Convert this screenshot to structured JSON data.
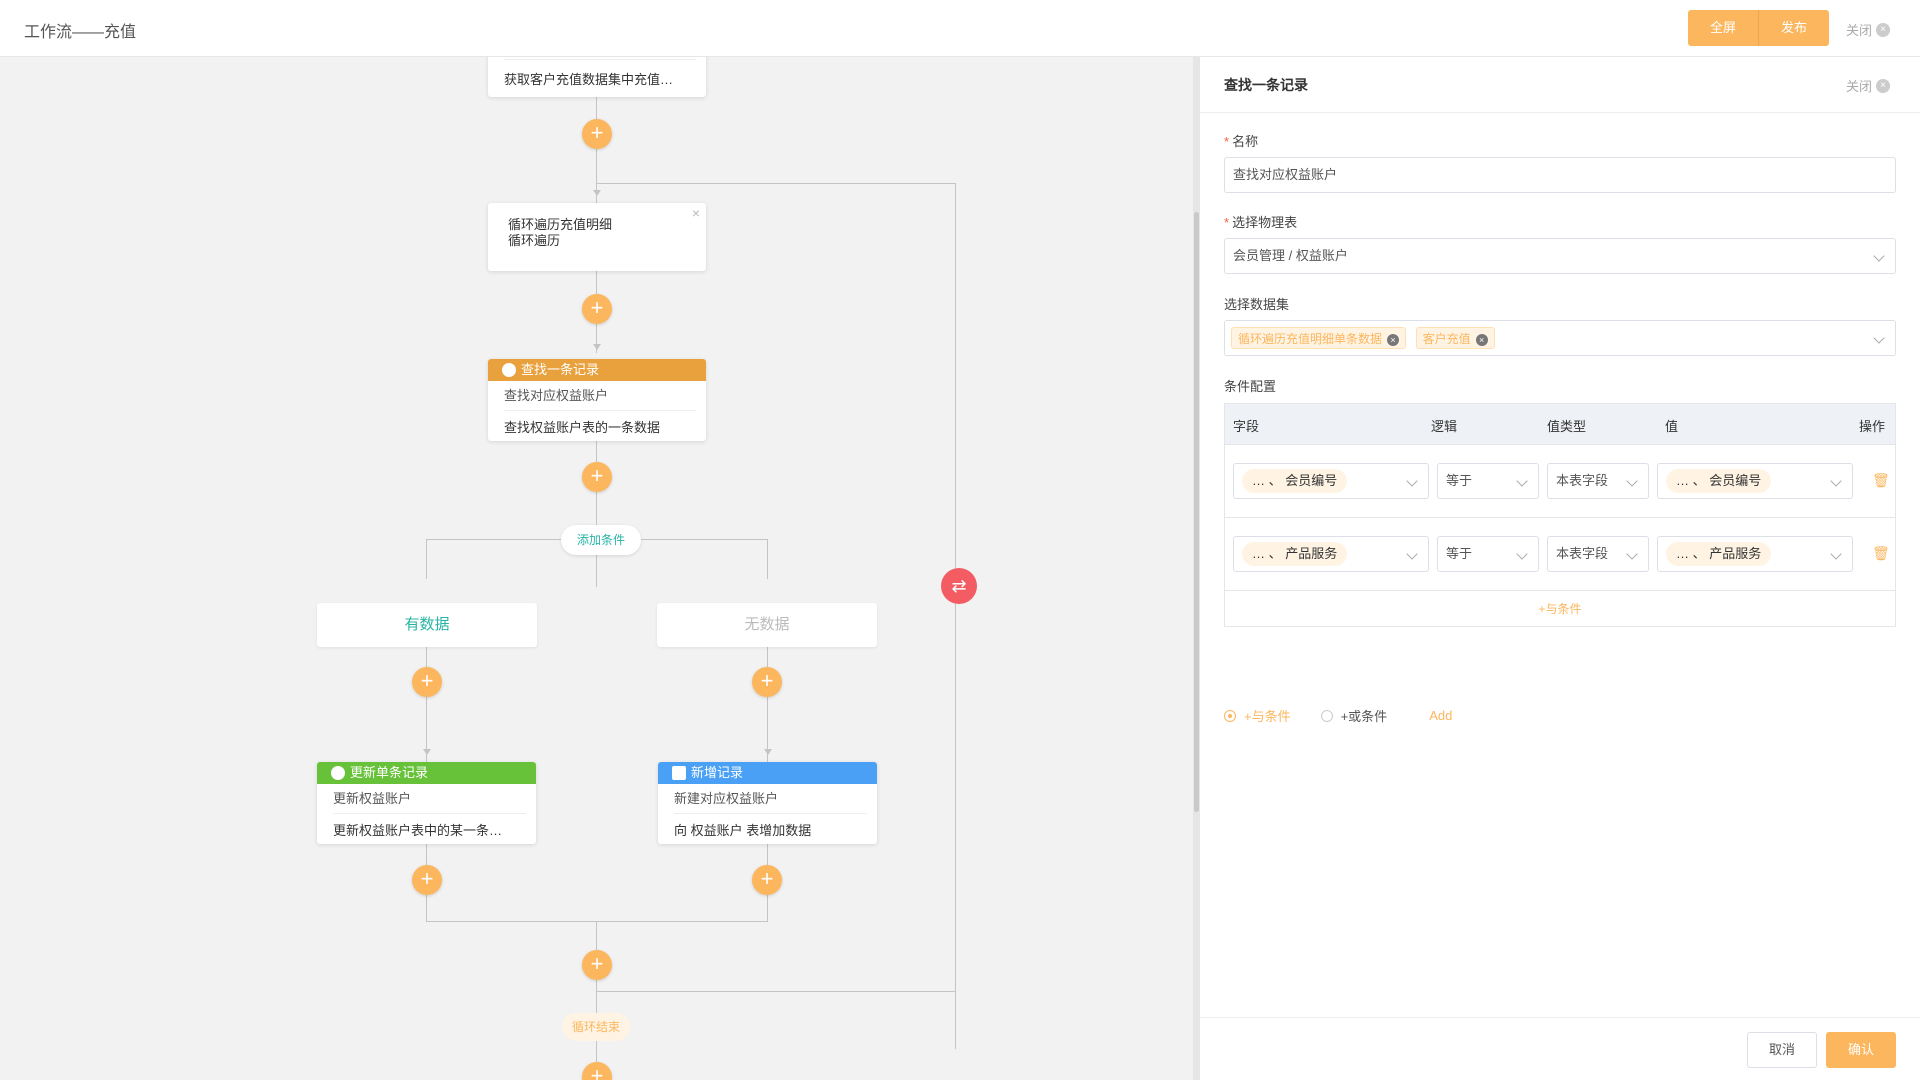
{
  "header": {
    "title": "工作流——充值",
    "fullscreen_label": "全屏",
    "publish_label": "发布",
    "close_label": "关闭"
  },
  "colors": {
    "accent": "#fcb65d",
    "search_node": "#e8a13d",
    "update_node": "#67c23a",
    "create_node": "#4aa0f5",
    "loop_button": "#f25c62",
    "has_data_text": "#26b4a4"
  },
  "canvas": {
    "top_node_desc": "获取客户充值数据集中充值…",
    "loop_node": {
      "line1": "循环遍历充值明细",
      "line2": "循环遍历"
    },
    "search_node": {
      "title": "查找一条记录",
      "name": "查找对应权益账户",
      "desc": "查找权益账户表的一条数据"
    },
    "add_condition_label": "添加条件",
    "branch_yes": "有数据",
    "branch_no": "无数据",
    "update_node": {
      "title": "更新单条记录",
      "name": "更新权益账户",
      "desc": "更新权益账户表中的某一条…"
    },
    "create_node": {
      "title": "新增记录",
      "name": "新建对应权益账户",
      "desc": "向 权益账户 表增加数据"
    },
    "loop_end_label": "循环结束"
  },
  "panel": {
    "title": "查找一条记录",
    "close_label": "关闭",
    "name_label": "名称",
    "name_value": "查找对应权益账户",
    "table_label": "选择物理表",
    "table_value": "会员管理 / 权益账户",
    "dataset_label": "选择数据集",
    "dataset_tags": [
      "循环遍历充值明细单条数据",
      "客户充值"
    ],
    "condition_label": "条件配置",
    "columns": {
      "field": "字段",
      "logic": "逻辑",
      "value_type": "值类型",
      "value": "值",
      "action": "操作"
    },
    "rows": [
      {
        "field": "会员编号",
        "logic": "等于",
        "value_type": "本表字段",
        "value": "会员编号"
      },
      {
        "field": "产品服务",
        "logic": "等于",
        "value_type": "本表字段",
        "value": "产品服务"
      }
    ],
    "add_and_link": "+与条件",
    "radio_and": "+与条件",
    "radio_or": "+或条件",
    "add_label": "Add",
    "cancel_label": "取消",
    "confirm_label": "确认"
  }
}
